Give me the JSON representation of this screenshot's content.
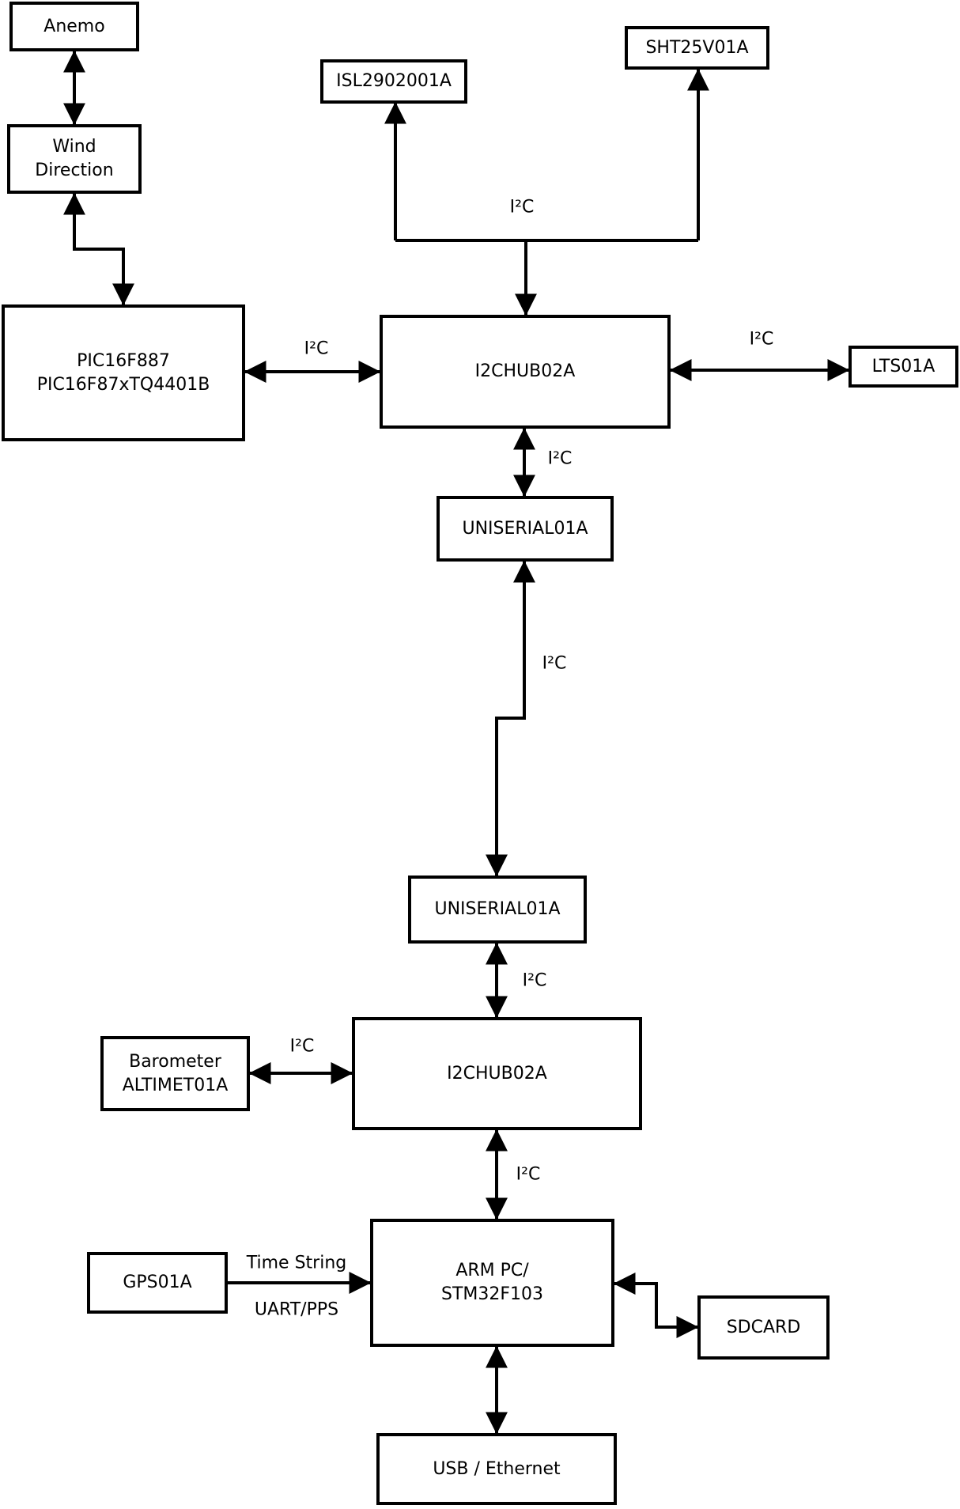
{
  "diagram": {
    "nodes": {
      "anemo": {
        "label": "Anemo"
      },
      "wind_direction": {
        "line1": "Wind",
        "line2": "Direction"
      },
      "pic": {
        "line1": "PIC16F887",
        "line2": "PIC16F87xTQ4401B"
      },
      "isl": {
        "label": "ISL2902001A"
      },
      "sht": {
        "label": "SHT25V01A"
      },
      "i2chub_top": {
        "label": "I2CHUB02A"
      },
      "lts": {
        "label": "LTS01A"
      },
      "uniserial_top": {
        "label": "UNISERIAL01A"
      },
      "uniserial_bottom": {
        "label": "UNISERIAL01A"
      },
      "i2chub_bottom": {
        "label": "I2CHUB02A"
      },
      "barometer": {
        "line1": "Barometer",
        "line2": "ALTIMET01A"
      },
      "gps": {
        "label": "GPS01A"
      },
      "armpc": {
        "line1": "ARM PC/",
        "line2": "STM32F103"
      },
      "sdcard": {
        "label": "SDCARD"
      },
      "usb_ethernet": {
        "label": "USB / Ethernet"
      }
    },
    "edge_labels": {
      "sensor_bus": "I²C",
      "pic_hub": "I²C",
      "hub_lts": "I²C",
      "hub_uniserial": "I²C",
      "uniserial_link": "I²C",
      "uniserial_hub2": "I²C",
      "barometer_hub2": "I²C",
      "hub2_armpc": "I²C",
      "gps_armpc_top": "Time String",
      "gps_armpc_bottom": "UART/PPS"
    },
    "colors": {
      "line": "#000000",
      "box_background": "#ffffff",
      "text": "#000000"
    }
  }
}
